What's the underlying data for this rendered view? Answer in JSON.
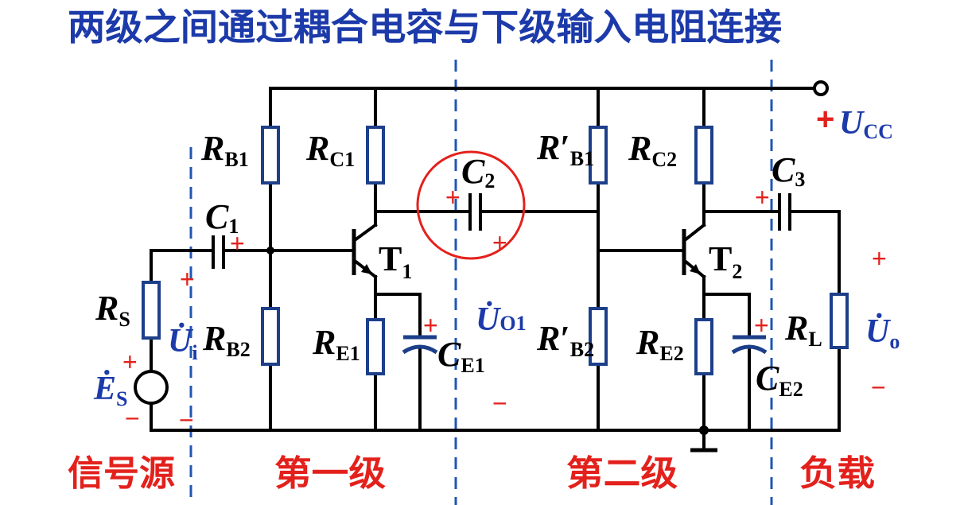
{
  "title": "两级之间通过耦合电容与下级输入电阻连接",
  "colors": {
    "blue": "#1c3aa9",
    "red": "#e3211c",
    "divider": "#1f56b3",
    "component": "#1d3f8a",
    "wire": "#000000"
  },
  "polarity": {
    "plus": "+",
    "minus": "−"
  },
  "supply": {
    "symbol": "U",
    "sub": "CC"
  },
  "signal_source": {
    "rs": {
      "symbol": "R",
      "sub": "S"
    },
    "es": {
      "symbol": "Ė",
      "sub": "S"
    },
    "ui": {
      "symbol": "U̇",
      "sub": "i"
    }
  },
  "stage1": {
    "c1": {
      "symbol": "C",
      "sub": "1"
    },
    "rb1": {
      "symbol": "R",
      "sub": "B1"
    },
    "rb2": {
      "symbol": "R",
      "sub": "B2"
    },
    "rc1": {
      "symbol": "R",
      "sub": "C1"
    },
    "re1": {
      "symbol": "R",
      "sub": "E1"
    },
    "ce1": {
      "symbol": "C",
      "sub": "E1"
    },
    "t1": {
      "symbol": "T",
      "sub": "1"
    }
  },
  "coupling": {
    "c2": {
      "symbol": "C",
      "sub": "2"
    },
    "uo1": {
      "symbol": "U̇",
      "sub": "O1"
    }
  },
  "stage2": {
    "rb1": {
      "symbol": "R",
      "prime": "′",
      "sub": "B1"
    },
    "rb2": {
      "symbol": "R",
      "prime": "′",
      "sub": "B2"
    },
    "rc2": {
      "symbol": "R",
      "sub": "C2"
    },
    "re2": {
      "symbol": "R",
      "sub": "E2"
    },
    "ce2": {
      "symbol": "C",
      "sub": "E2"
    },
    "t2": {
      "symbol": "T",
      "sub": "2"
    }
  },
  "load": {
    "c3": {
      "symbol": "C",
      "sub": "3"
    },
    "rl": {
      "symbol": "R",
      "sub": "L"
    },
    "uo": {
      "symbol": "U̇",
      "sub": "o"
    }
  },
  "sections": {
    "signal_source": "信号源",
    "stage1": "第一级",
    "stage2": "第二级",
    "load": "负载"
  }
}
